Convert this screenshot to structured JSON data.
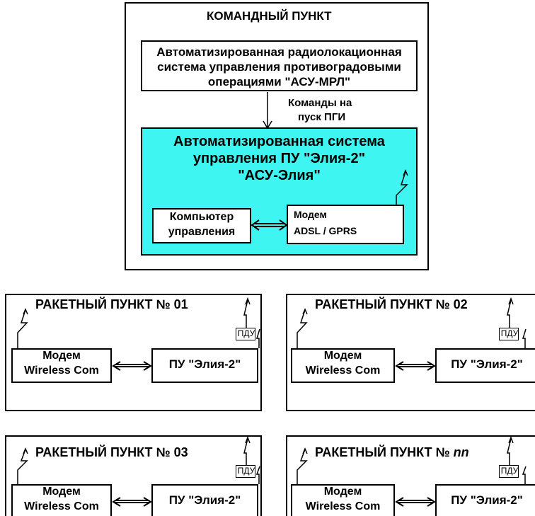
{
  "command_post": {
    "title": "КОМАНДНЫЙ ПУНКТ",
    "radar_system": [
      "Автоматизированная радиолокационная",
      "система управления противоградовыми",
      "операциями \"АСУ-МРЛ\""
    ],
    "commands_label": [
      "Команды на",
      "пуск ПГИ"
    ],
    "control_system": {
      "title": [
        "Автоматизированная система",
        "управления ПУ \"Элия-2\"",
        "\"АСУ-Элия\""
      ],
      "computer": [
        "Компьютер",
        "управления"
      ],
      "modem": [
        "Модем",
        "ADSL / GPRS"
      ],
      "fill_color": "#3ff5f2"
    }
  },
  "rocket_posts": [
    {
      "title_prefix": "РАКЕТНЫЙ ПУНКТ  №",
      "number": "01",
      "pdu": "ПДУ",
      "modem": [
        "Модем",
        "Wireless Com"
      ],
      "launcher": "ПУ \"Элия-2\""
    },
    {
      "title_prefix": "РАКЕТНЫЙ ПУНКТ  №",
      "number": "02",
      "pdu": "ПДУ",
      "modem": [
        "Модем",
        "Wireless Com"
      ],
      "launcher": "ПУ \"Элия-2\""
    },
    {
      "title_prefix": "РАКЕТНЫЙ ПУНКТ  №",
      "number": "03",
      "pdu": "ПДУ",
      "modem": [
        "Модем",
        "Wireless Com"
      ],
      "launcher": "ПУ \"Элия-2\""
    },
    {
      "title_prefix": "РАКЕТНЫЙ ПУНКТ  №",
      "number": "nn",
      "pdu": "ПДУ",
      "modem": [
        "Модем",
        "Wireless Com"
      ],
      "launcher": "ПУ \"Элия-2\""
    }
  ]
}
